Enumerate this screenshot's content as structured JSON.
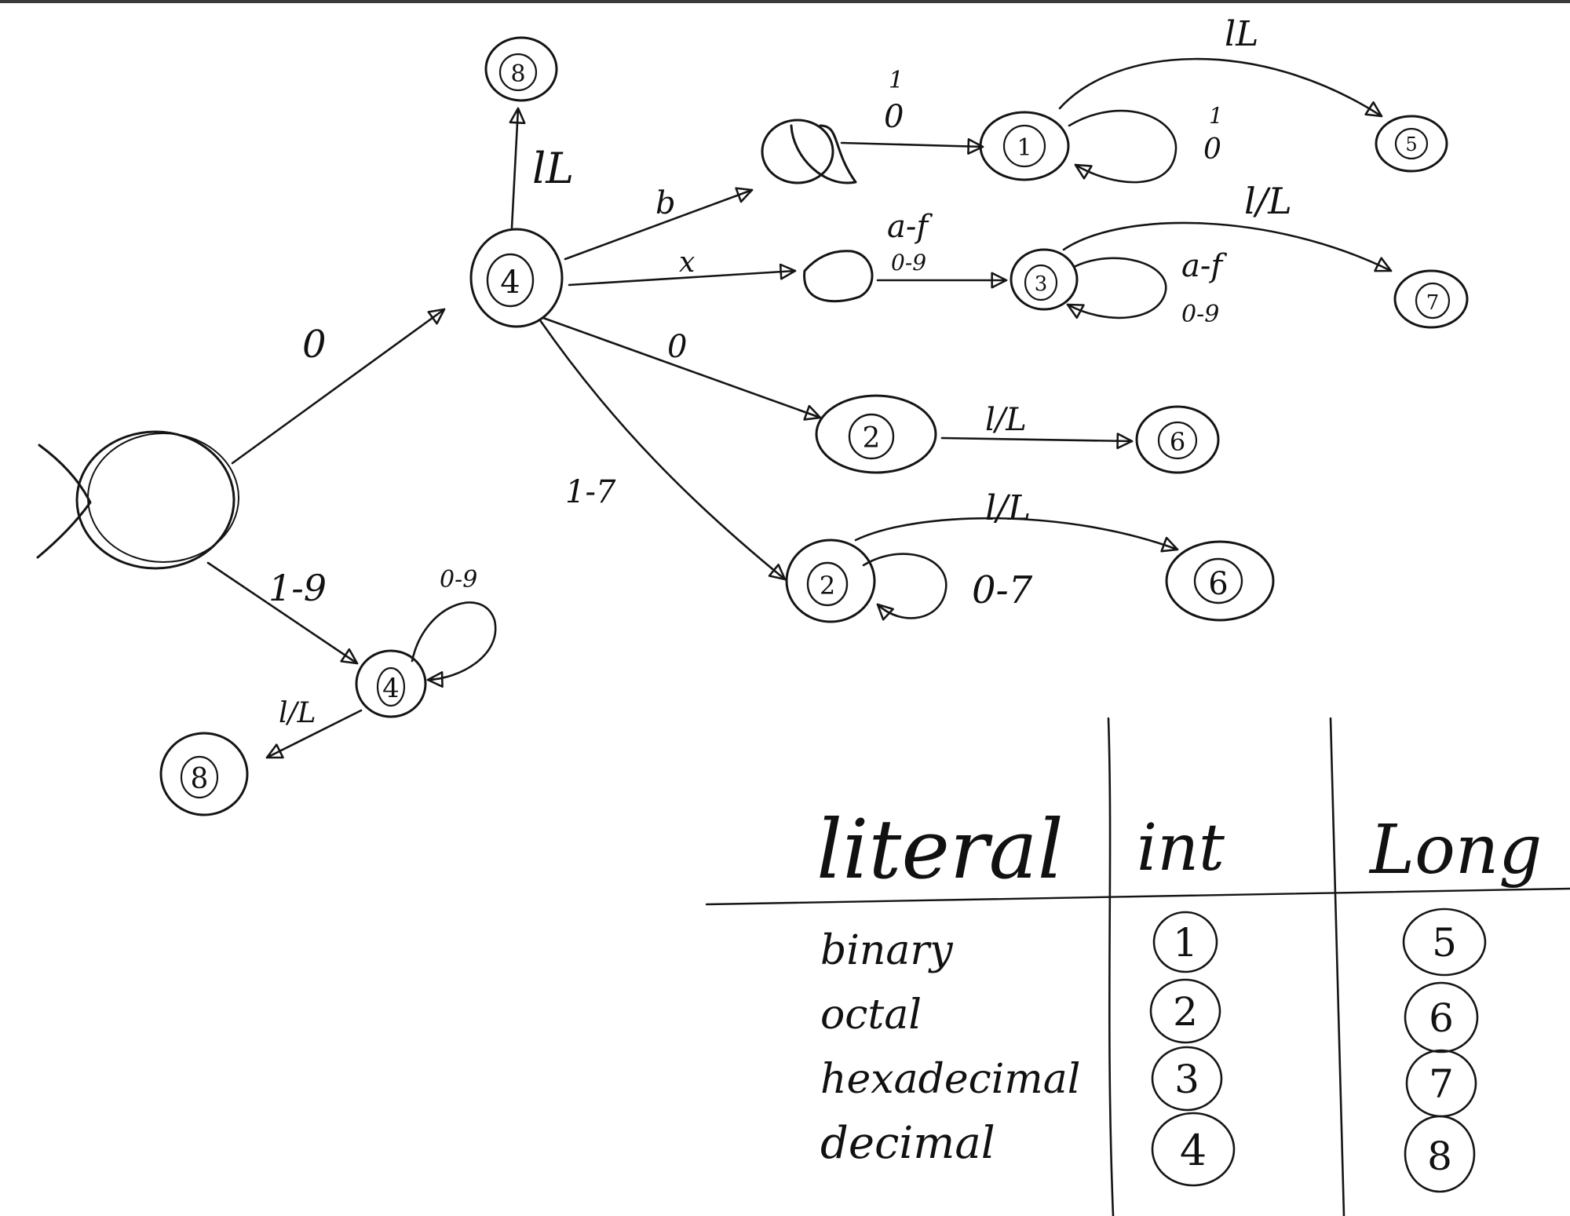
{
  "states": [
    {
      "id": "start",
      "label": "",
      "accept": false
    },
    {
      "id": "s4top",
      "label": "4",
      "accept": true
    },
    {
      "id": "s8top",
      "label": "8",
      "accept": true
    },
    {
      "id": "sbin",
      "label": "",
      "accept": false
    },
    {
      "id": "s1",
      "label": "1",
      "accept": true
    },
    {
      "id": "s5",
      "label": "5",
      "accept": true
    },
    {
      "id": "shex",
      "label": "",
      "accept": false
    },
    {
      "id": "s3",
      "label": "3",
      "accept": true
    },
    {
      "id": "s7",
      "label": "7",
      "accept": true
    },
    {
      "id": "s2a",
      "label": "2",
      "accept": true
    },
    {
      "id": "s6a",
      "label": "6",
      "accept": true
    },
    {
      "id": "s2b",
      "label": "2",
      "accept": true
    },
    {
      "id": "s6b",
      "label": "6",
      "accept": true
    },
    {
      "id": "s4dec",
      "label": "4",
      "accept": true
    },
    {
      "id": "s8dec",
      "label": "8",
      "accept": true
    }
  ],
  "transitions": [
    {
      "id": "t_start_4",
      "label": "0"
    },
    {
      "id": "t_start_dec",
      "label": "1-9"
    },
    {
      "id": "t_dec_loop",
      "label": "0-9"
    },
    {
      "id": "t_dec_8",
      "label": "l/L"
    },
    {
      "id": "t_4_8",
      "label": "lL"
    },
    {
      "id": "t_4_bin",
      "label": "b"
    },
    {
      "id": "t_bin_1",
      "label_top": "1",
      "label_bottom": "0"
    },
    {
      "id": "t_1_loop",
      "label_top": "1",
      "label_bottom": "0"
    },
    {
      "id": "t_1_5",
      "label": "lL"
    },
    {
      "id": "t_4_hex",
      "label": "x"
    },
    {
      "id": "t_hex_3",
      "label_top": "a-f",
      "label_bottom": "0-9"
    },
    {
      "id": "t_3_loop",
      "label_top": "a-f",
      "label_bottom": "0-9"
    },
    {
      "id": "t_3_7",
      "label": "l/L"
    },
    {
      "id": "t_4_2a",
      "label": "0"
    },
    {
      "id": "t_2a_6",
      "label": "l/L"
    },
    {
      "id": "t_4_2b",
      "label": "1-7"
    },
    {
      "id": "t_2b_loop",
      "label": "0-7"
    },
    {
      "id": "t_2b_6",
      "label": "l/L"
    }
  ],
  "table": {
    "headers": [
      "literal",
      "int",
      "Long"
    ],
    "rows": [
      {
        "literal": "binary",
        "int": "1",
        "long": "5"
      },
      {
        "literal": "octal",
        "int": "2",
        "long": "6"
      },
      {
        "literal": "hexadecimal",
        "int": "3",
        "long": "7"
      },
      {
        "literal": "decimal",
        "int": "4",
        "long": "8"
      }
    ]
  }
}
